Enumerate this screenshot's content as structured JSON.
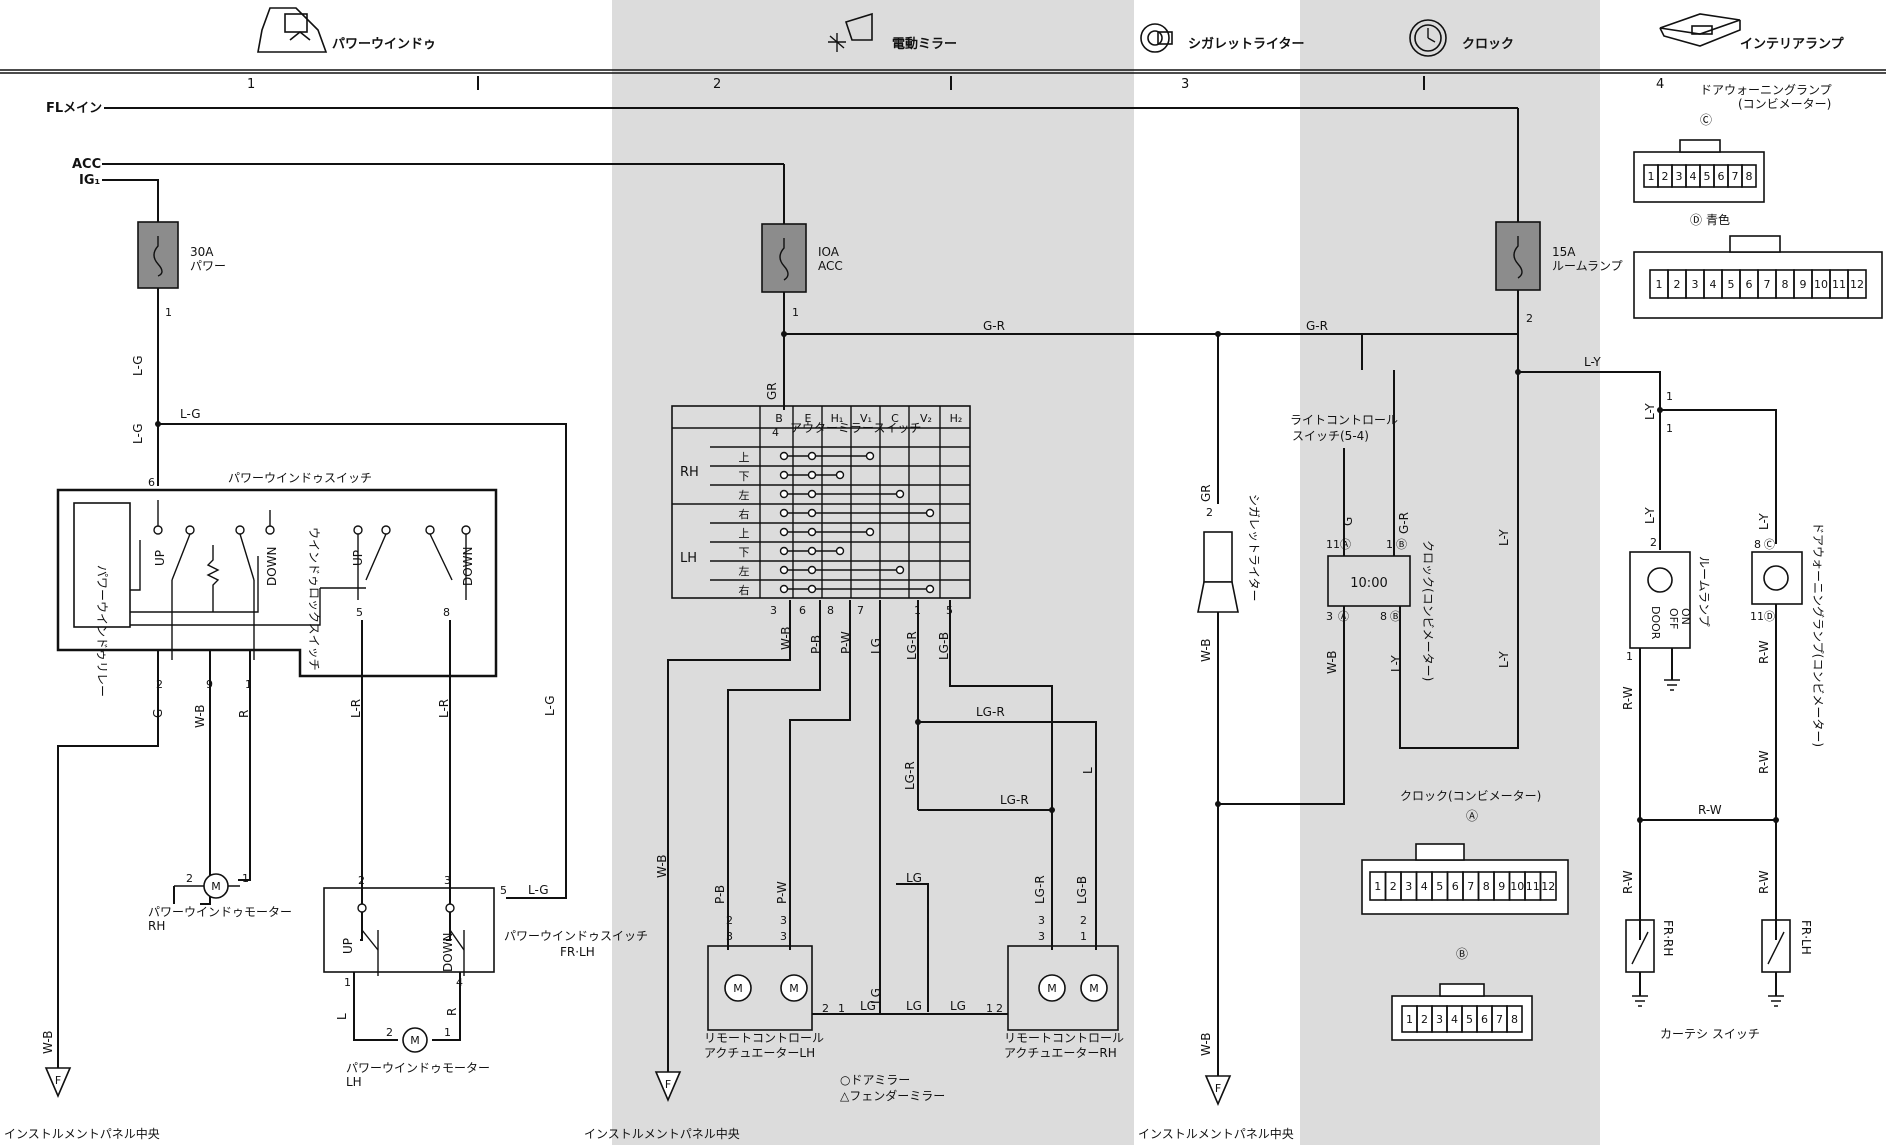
{
  "header": {
    "systems": [
      {
        "label": "パワーウインドゥ",
        "icon": "power-window-icon"
      },
      {
        "label": "電動ミラー",
        "icon": "power-mirror-icon"
      },
      {
        "label": "シガレットライター",
        "icon": "cigarette-lighter-icon"
      },
      {
        "label": "クロック",
        "icon": "clock-icon"
      },
      {
        "label": "インテリアランプ",
        "icon": "interior-lamp-icon"
      }
    ],
    "zones": [
      "1",
      "2",
      "3",
      "4"
    ]
  },
  "power": {
    "fl_main": "FLメイン",
    "acc": "ACC",
    "ig1": "IG₁"
  },
  "fuses": {
    "f1": {
      "rating": "30A",
      "name": "パワー"
    },
    "f2": {
      "rating": "IOA",
      "name": "ACC"
    },
    "f3": {
      "rating": "15A",
      "name": "ルームランプ"
    }
  },
  "components": {
    "pw_switch": "パワーウインドゥスイッチ",
    "pw_relay": "パワーウインドゥリレー",
    "window_lock": "ウインドゥロックスイッチ",
    "motor_rh_1": "パワーウインドゥモーター",
    "motor_rh_2": "RH",
    "pw_switch_fr_1": "パワーウインドゥスイッチ",
    "pw_switch_fr_2": "FR·LH",
    "motor_lh_1": "パワーウインドゥモーター",
    "motor_lh_2": "LH",
    "mirror_switch": "アウターミラースイッチ",
    "actuator_lh_1": "リモートコントロール",
    "actuator_lh_2": "アクチュエーターLH",
    "actuator_rh_1": "リモートコントロール",
    "actuator_rh_2": "アクチュエーターRH",
    "mirror_note_1": "○ドアミラー",
    "mirror_note_2": "△フェンダーミラー",
    "cigarette": "シガレットライター",
    "light_control_1": "ライトコントロール",
    "light_control_2": "スイッチ(5-4)",
    "clock_vertical": "クロック(コンビメーター)",
    "clock_display": "10:00",
    "clock_connector": "クロック(コンビメーター)",
    "room_lamp": "ルームランプ",
    "door_warning_vertical": "ドアウォーニングランプ(コンビメーター)",
    "door_warning_1": "ドアウォーニングランプ",
    "door_warning_2": "(コンビメーター)",
    "connector_d_color": "青色",
    "courtesy": "カーテシ スイッチ",
    "fr_rh": "FR·RH",
    "fr_lh": "FR·LH",
    "ground": "インストルメントパネル中央"
  },
  "switch_terms": {
    "up": "UP",
    "down": "DOWN",
    "door": "DOOR",
    "off": "OFF",
    "on": "ON"
  },
  "mirror_table": {
    "columns": [
      "B",
      "E",
      "H₁",
      "V₁",
      "C",
      "V₂",
      "H₂"
    ],
    "rh_label": "RH",
    "lh_label": "LH",
    "rows": [
      "上",
      "下",
      "左",
      "右",
      "上",
      "下",
      "左",
      "右"
    ]
  },
  "wires": {
    "lg": "L-G",
    "gr": "G-R",
    "gr2": "GR",
    "ly": "L-Y",
    "rw": "R-W",
    "wb": "W-B",
    "g": "G",
    "r": "R",
    "lr": "L-R",
    "pb": "P-B",
    "pw": "P-W",
    "lgc": "LG",
    "lgr": "LG-R",
    "lgb": "LG-B",
    "l": "L"
  },
  "pins": {
    "p1": "1",
    "p2": "2",
    "p3": "3",
    "p4": "4",
    "p5": "5",
    "p6": "6",
    "p7": "7",
    "p8": "8",
    "p9": "9",
    "p11": "11",
    "ca": "Ⓐ",
    "cb": "Ⓑ",
    "cc": "Ⓒ",
    "cd": "Ⓓ"
  },
  "connectors": {
    "c_pins": [
      "1",
      "2",
      "3",
      "4",
      "5",
      "6",
      "7",
      "8"
    ],
    "d_pins": [
      "1",
      "2",
      "3",
      "4",
      "5",
      "6",
      "7",
      "8",
      "9",
      "10",
      "11",
      "12"
    ],
    "a_pins": [
      "1",
      "2",
      "3",
      "4",
      "5",
      "6",
      "7",
      "8",
      "9",
      "10",
      "11",
      "12"
    ],
    "b_pins": [
      "1",
      "2",
      "3",
      "4",
      "5",
      "6",
      "7",
      "8"
    ]
  },
  "colors": {
    "shade": "#dcdcdc",
    "fuse": "#8c8c8c",
    "line": "#111111"
  }
}
